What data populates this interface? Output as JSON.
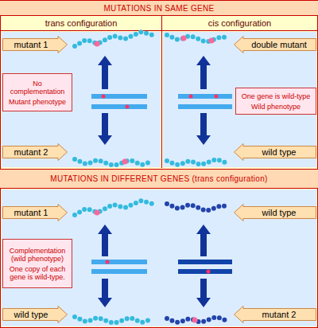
{
  "diagram": {
    "nodes": [
      {
        "text": [
          "MUTATIONS IN SAME GENE"
        ]
      },
      {
        "text": [
          "trans configuration"
        ]
      },
      {
        "text": [
          "cis configuration"
        ]
      },
      {
        "text": [
          "mutant 1"
        ]
      },
      {
        "text": [
          "double mutant"
        ]
      },
      {
        "text": [
          "No complementation",
          "Mutant phenotype"
        ]
      },
      {
        "text": [
          "One gene is wild-type",
          "Wild phenotype"
        ]
      },
      {
        "text": [
          "mutant 2"
        ]
      },
      {
        "text": [
          "wild type"
        ]
      },
      {
        "text": [
          "MUTATIONS IN DIFFERENT GENES (trans configuration)"
        ]
      },
      {
        "text": [
          "mutant 1"
        ]
      },
      {
        "text": [
          "wild type"
        ]
      },
      {
        "text": [
          "Complementation (wild phenotype)",
          "One copy of each gene is wild-type."
        ]
      },
      {
        "text": [
          "wild type"
        ]
      },
      {
        "text": [
          "mutant 2"
        ]
      }
    ]
  }
}
